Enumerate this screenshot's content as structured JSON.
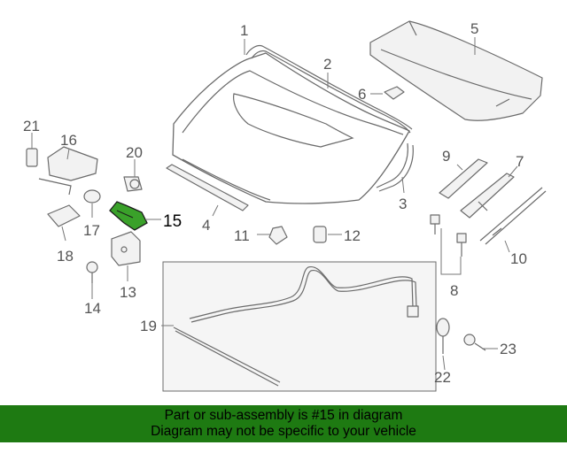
{
  "callouts": {
    "c1": "1",
    "c2": "2",
    "c3": "3",
    "c4": "4",
    "c5": "5",
    "c6": "6",
    "c7": "7",
    "c8": "8",
    "c9": "9",
    "c10": "10",
    "c11": "11",
    "c12": "12",
    "c13": "13",
    "c14": "14",
    "c15": "15",
    "c16": "16",
    "c17": "17",
    "c18": "18",
    "c19": "19",
    "c20": "20",
    "c21": "21",
    "c22": "22",
    "c23": "23"
  },
  "highlight_color": "#1e7a12",
  "banner": {
    "line1": "Part or sub-assembly is #15 in diagram",
    "line2": "Diagram may not be specific to your vehicle"
  }
}
